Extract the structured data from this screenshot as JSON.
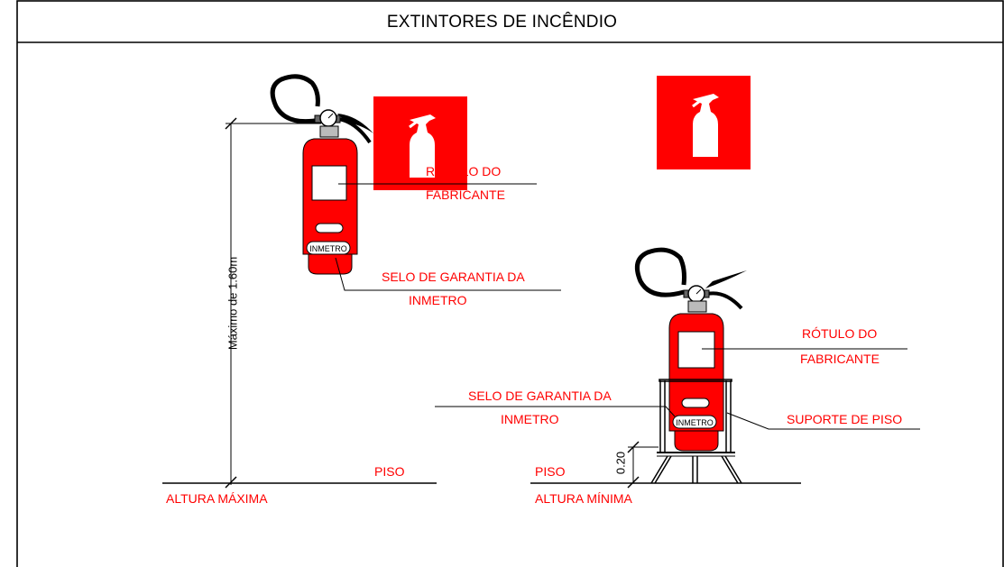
{
  "title": "EXTINTORES DE INCÊNDIO",
  "left_figure": {
    "label_rotulo_line1": "RÓTULO DO",
    "label_rotulo_line2": "FABRICANTE",
    "label_selo_line1": "SELO DE GARANTIA DA",
    "label_selo_line2": "INMETRO",
    "seal_text": "INMETRO",
    "dimension_text": "Máximo  de  1.60m",
    "floor_label": "PISO",
    "height_label": "ALTURA MÁXIMA"
  },
  "right_figure": {
    "label_rotulo_line1": "RÓTULO DO",
    "label_rotulo_line2": "FABRICANTE",
    "label_selo_line1": "SELO DE GARANTIA DA",
    "label_selo_line2": "INMETRO",
    "label_suporte": "SUPORTE DE PISO",
    "seal_text": "INMETRO",
    "dimension_text": "0.20",
    "floor_label": "PISO",
    "height_label": "ALTURA MÍNIMA"
  },
  "colors": {
    "red": "#ff0000",
    "line": "#000000"
  }
}
